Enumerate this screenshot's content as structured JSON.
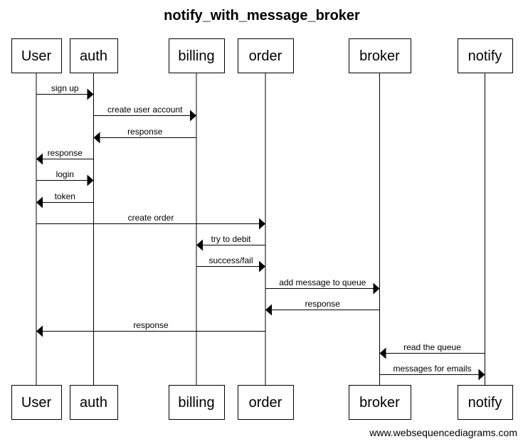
{
  "title": "notify_with_message_broker",
  "actors": [
    {
      "id": "user",
      "label": "User"
    },
    {
      "id": "auth",
      "label": "auth"
    },
    {
      "id": "billing",
      "label": "billing"
    },
    {
      "id": "order",
      "label": "order"
    },
    {
      "id": "broker",
      "label": "broker"
    },
    {
      "id": "notify",
      "label": "notify"
    }
  ],
  "messages": [
    {
      "from": "user",
      "to": "auth",
      "label": "sign up"
    },
    {
      "from": "auth",
      "to": "billing",
      "label": "create user account"
    },
    {
      "from": "billing",
      "to": "auth",
      "label": "response"
    },
    {
      "from": "auth",
      "to": "user",
      "label": "response"
    },
    {
      "from": "user",
      "to": "auth",
      "label": "login"
    },
    {
      "from": "auth",
      "to": "user",
      "label": "token"
    },
    {
      "from": "user",
      "to": "order",
      "label": "create order"
    },
    {
      "from": "order",
      "to": "billing",
      "label": "try to debit"
    },
    {
      "from": "billing",
      "to": "order",
      "label": "success/fail"
    },
    {
      "from": "order",
      "to": "broker",
      "label": "add message to queue"
    },
    {
      "from": "broker",
      "to": "order",
      "label": "response"
    },
    {
      "from": "order",
      "to": "user",
      "label": "response"
    },
    {
      "from": "notify",
      "to": "broker",
      "label": "read the queue"
    },
    {
      "from": "broker",
      "to": "notify",
      "label": "messages for emails"
    }
  ],
  "footer": "www.websequencediagrams.com"
}
